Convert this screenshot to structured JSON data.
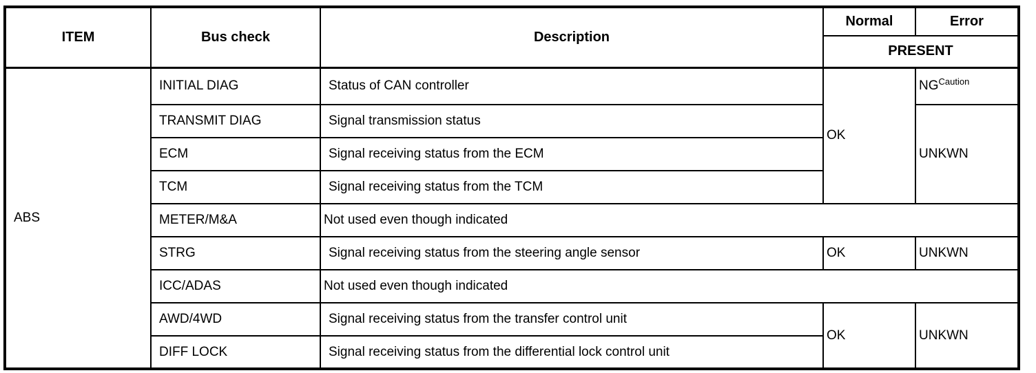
{
  "page": {
    "background": "#ffffff",
    "text_color": "#000000",
    "border_color": "#000000"
  },
  "table": {
    "headers": {
      "item": "ITEM",
      "bus_check": "Bus check",
      "description": "Description",
      "normal": "Normal",
      "error": "Error",
      "present": "PRESENT"
    },
    "item_group": "ABS",
    "rows": [
      {
        "bus_check": "INITIAL DIAG",
        "description": "Status of CAN controller"
      },
      {
        "bus_check": "TRANSMIT DIAG",
        "description": "Signal transmission status"
      },
      {
        "bus_check": "ECM",
        "description": "Signal receiving status from the ECM"
      },
      {
        "bus_check": "TCM",
        "description": "Signal receiving status from the TCM"
      },
      {
        "bus_check": "METER/M&A",
        "description": "Not used even though indicated"
      },
      {
        "bus_check": "STRG",
        "description": "Signal receiving status from the steering angle sensor"
      },
      {
        "bus_check": "ICC/ADAS",
        "description": "Not used even though indicated"
      },
      {
        "bus_check": "AWD/4WD",
        "description": "Signal receiving status from the transfer control unit"
      },
      {
        "bus_check": "DIFF LOCK",
        "description": "Signal receiving status from the differential lock control unit"
      }
    ],
    "statuses": {
      "group1": {
        "normal": "OK",
        "error_first": "NG",
        "error_first_sup": "Caution",
        "error_rest": "UNKWN"
      },
      "strg": {
        "normal": "OK",
        "error": "UNKWN"
      },
      "awd": {
        "normal": "OK",
        "error": "UNKWN"
      }
    }
  }
}
